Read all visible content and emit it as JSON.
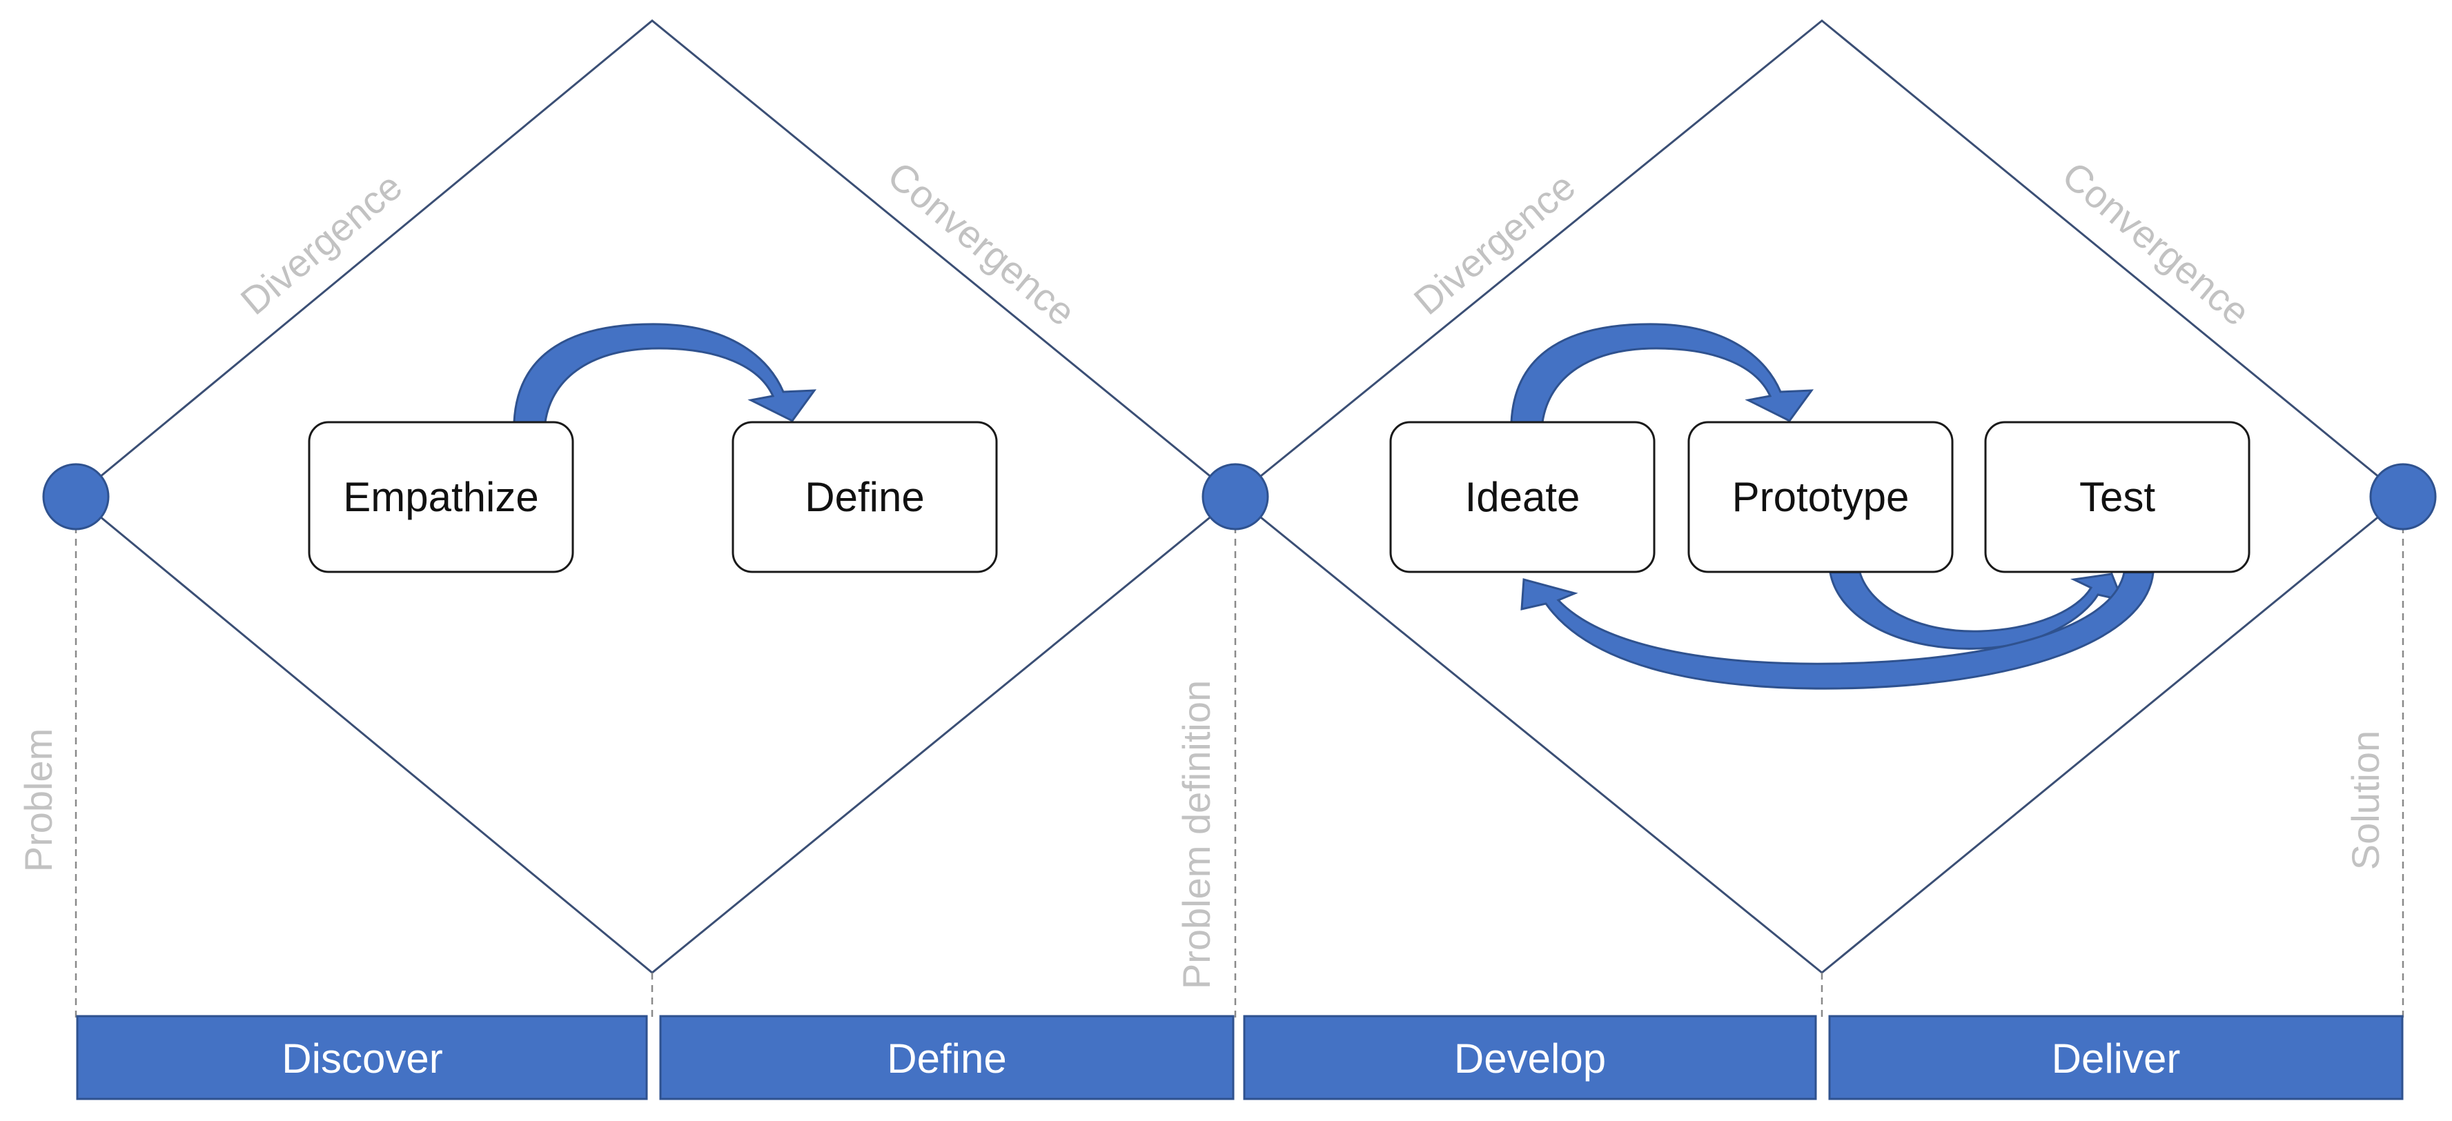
{
  "colors": {
    "accent": "#4472c4",
    "accent_dark": "#2f528f",
    "line": "#3b4f75",
    "muted_label": "#c2c2c2",
    "dash": "#8a8a8a"
  },
  "diamonds": [
    {
      "divergence_label": "Divergence",
      "convergence_label": "Convergence"
    },
    {
      "divergence_label": "Divergence",
      "convergence_label": "Convergence"
    }
  ],
  "milestones": [
    {
      "label": "Problem"
    },
    {
      "label": "Problem definition"
    },
    {
      "label": "Solution"
    }
  ],
  "steps": [
    {
      "label": "Empathize"
    },
    {
      "label": "Define"
    },
    {
      "label": "Ideate"
    },
    {
      "label": "Prototype"
    },
    {
      "label": "Test"
    }
  ],
  "phases": [
    {
      "label": "Discover"
    },
    {
      "label": "Define"
    },
    {
      "label": "Develop"
    },
    {
      "label": "Deliver"
    }
  ]
}
